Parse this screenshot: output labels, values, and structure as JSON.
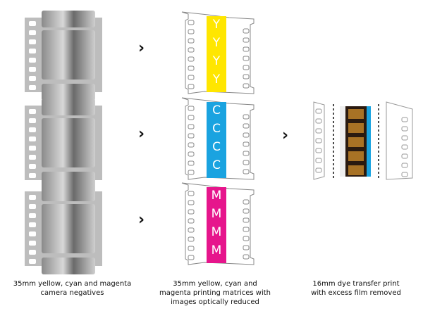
{
  "stages": [
    {
      "caption": [
        "35mm yellow, cyan and magenta",
        "camera negatives"
      ]
    },
    {
      "caption": [
        "35mm yellow, cyan and",
        "magenta printing matrices with",
        "images optically reduced"
      ]
    },
    {
      "caption": [
        "16mm dye transfer print",
        "with excess film removed"
      ]
    }
  ],
  "matrices": [
    {
      "letter": "Y",
      "color": "#ffe600"
    },
    {
      "letter": "C",
      "color": "#1aa3e0"
    },
    {
      "letter": "M",
      "color": "#e6158c"
    }
  ],
  "arrow_glyph": "›"
}
